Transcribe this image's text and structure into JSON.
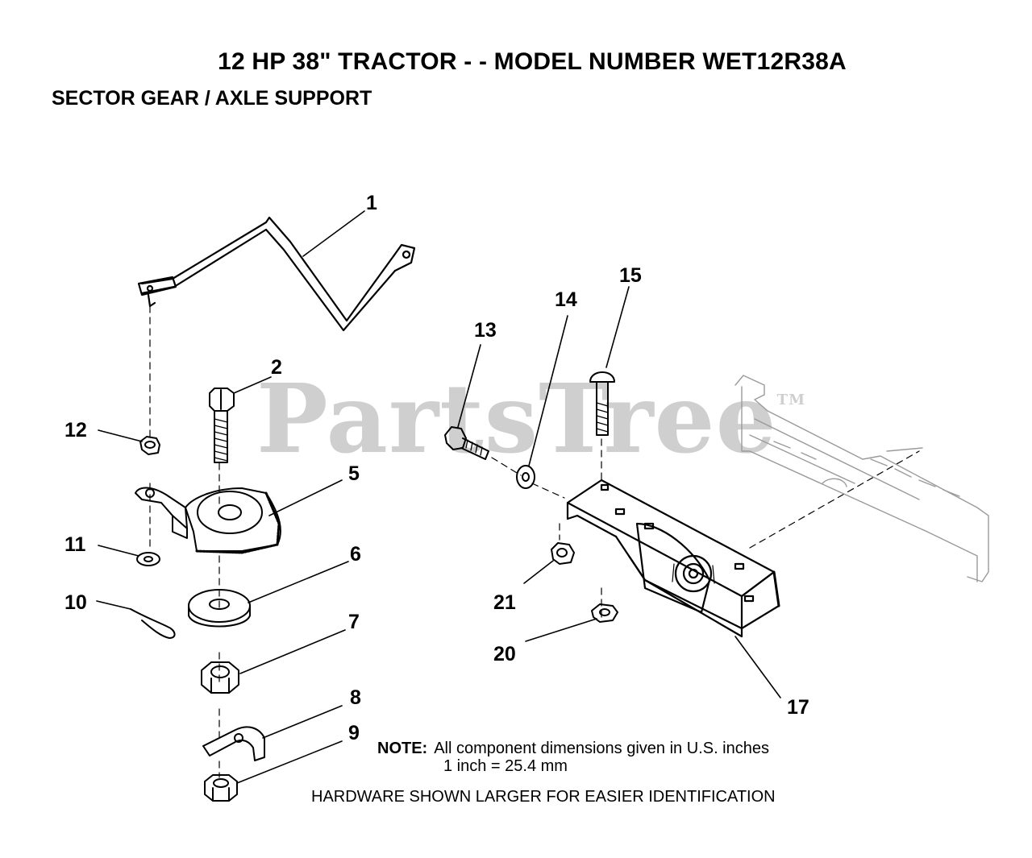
{
  "title": "12 HP 38\" TRACTOR - - MODEL NUMBER WET12R38A",
  "subtitle": "SECTOR GEAR / AXLE SUPPORT",
  "watermark": {
    "text": "PartsTree",
    "mark": "TM"
  },
  "callouts": {
    "c1": "1",
    "c2": "2",
    "c5": "5",
    "c6": "6",
    "c7": "7",
    "c8": "8",
    "c9": "9",
    "c10": "10",
    "c11": "11",
    "c12": "12",
    "c13": "13",
    "c14": "14",
    "c15": "15",
    "c17": "17",
    "c20": "20",
    "c21": "21"
  },
  "note": {
    "label": "NOTE:",
    "line1": "All component dimensions given in U.S. inches",
    "line2": "1 inch = 25.4 mm"
  },
  "hardware_note": "HARDWARE SHOWN LARGER FOR EASIER IDENTIFICATION"
}
